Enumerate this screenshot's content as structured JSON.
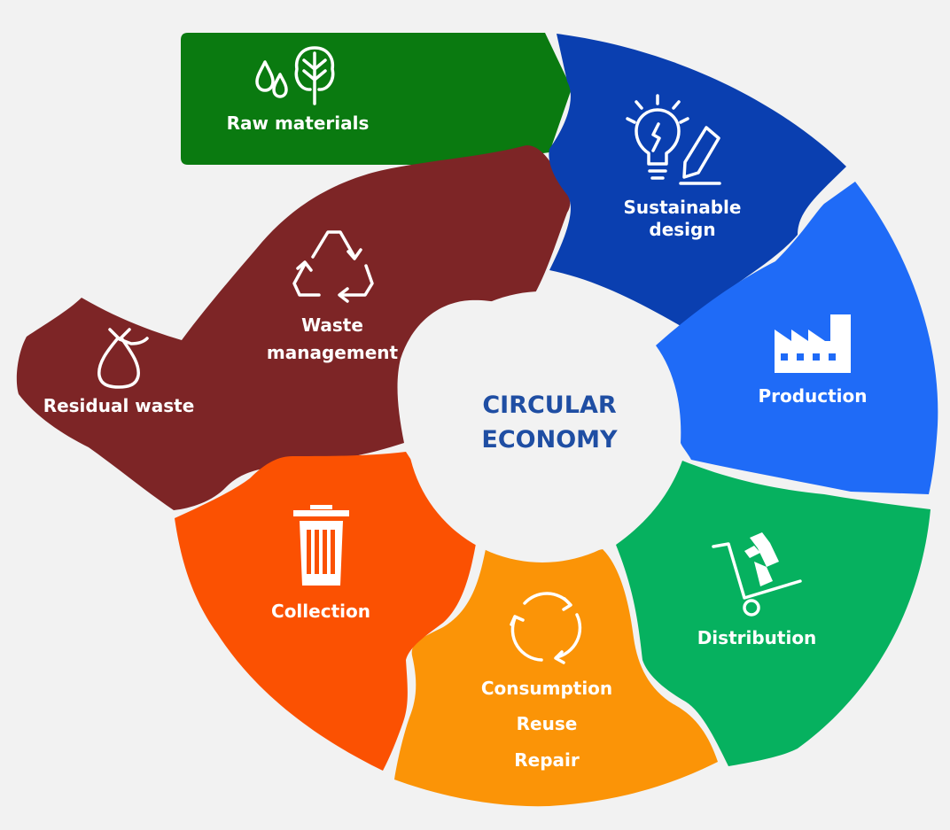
{
  "center": {
    "line1": "CIRCULAR",
    "line2": "ECONOMY",
    "color": "#1f4ea3"
  },
  "segments": {
    "raw_materials": {
      "label": "Raw materials",
      "color": "#0a7a10",
      "icons": [
        "water-drops-icon",
        "tree-icon"
      ]
    },
    "sustainable_design": {
      "line1": "Sustainable",
      "line2": "design",
      "color": "#0a3fb0",
      "icons": [
        "lightbulb-icon",
        "pencil-icon"
      ]
    },
    "production": {
      "label": "Production",
      "color": "#1f6bf7",
      "icons": [
        "factory-icon"
      ]
    },
    "distribution": {
      "label": "Distribution",
      "color": "#06b15f",
      "icons": [
        "hand-truck-icon"
      ]
    },
    "consumption": {
      "line1": "Consumption",
      "line2": "Reuse",
      "line3": "Repair",
      "color": "#fb9407",
      "icons": [
        "cycle-arrows-icon"
      ]
    },
    "collection": {
      "label": "Collection",
      "color": "#fb5102",
      "icons": [
        "trash-bin-icon"
      ]
    },
    "waste_management": {
      "line1": "Waste",
      "line2": "management",
      "color": "#7d2526",
      "icons": [
        "recycle-icon"
      ]
    },
    "residual_waste": {
      "label": "Residual waste",
      "color": "#7d2526",
      "icons": [
        "garbage-bag-icon"
      ]
    }
  }
}
